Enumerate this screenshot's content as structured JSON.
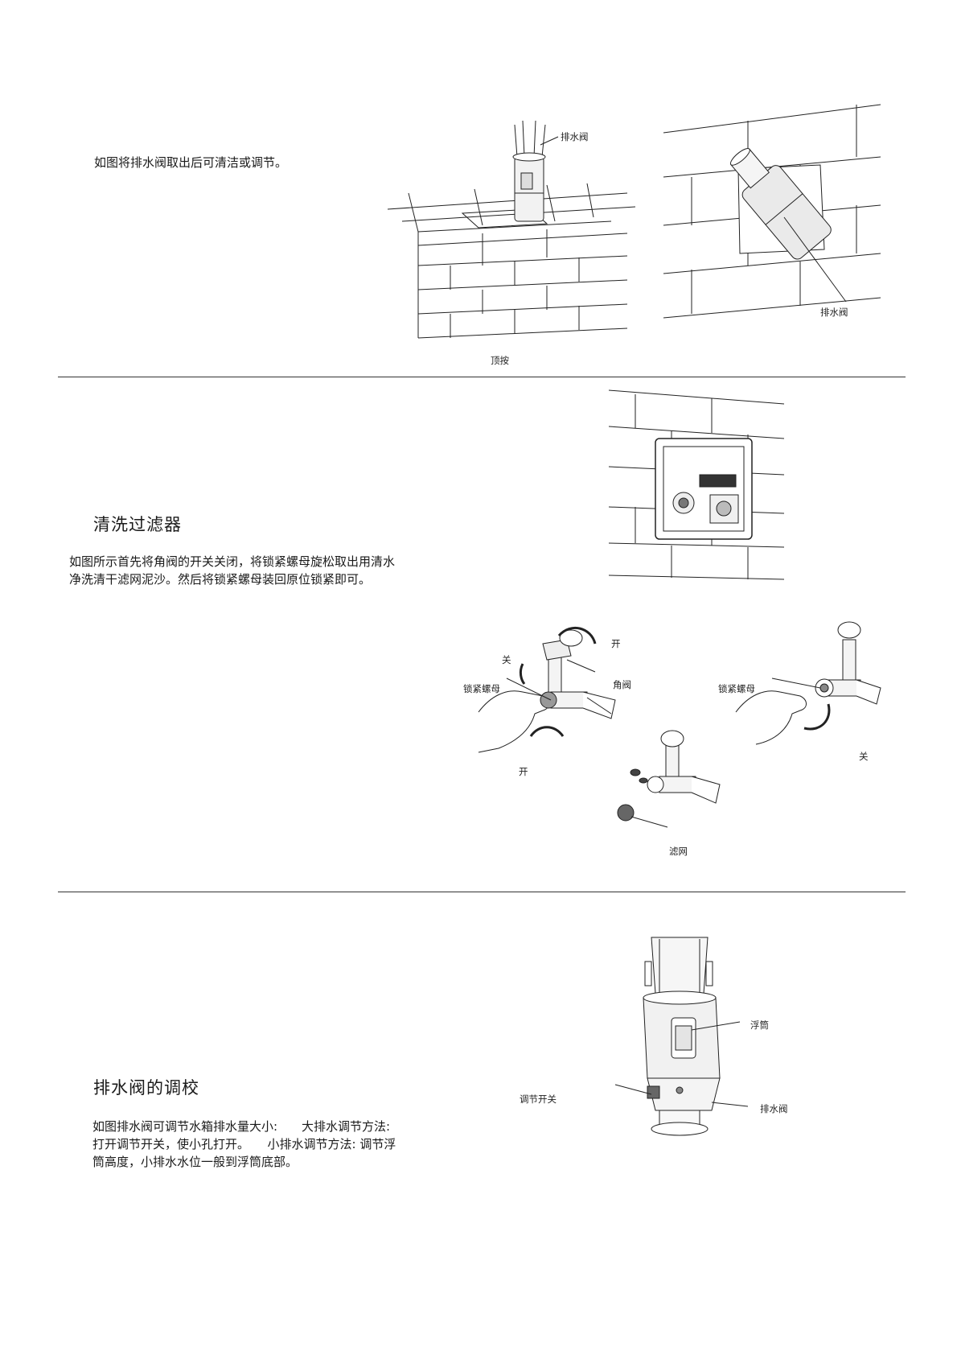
{
  "section1": {
    "text": "如图将排水阀取出后可清洁或调节。",
    "fig_top_drain_valve_label": "排水阀",
    "fig_top_caption": "顶按",
    "fig_side_drain_valve_label": "排水阀"
  },
  "section2": {
    "heading": "清洗过滤器",
    "text_lines": [
      "如图所示首先将角阀的开关关闭，将锁紧螺母旋松取出用清水",
      "净洗清干滤网泥沙。然后将锁紧螺母装回原位锁紧即可。"
    ],
    "labels": {
      "close_1": "关",
      "open_1": "开",
      "lock_nut_1": "锁紧螺母",
      "angle_valve": "角阀",
      "open_2": "开",
      "lock_nut_2": "锁紧螺母",
      "close_2": "关",
      "filter": "滤网"
    }
  },
  "section3": {
    "heading": "排水阀的调校",
    "text_lines": [
      "如图排水阀可调节水箱排水量大小:　　大排水调节方法:",
      "打开调节开关，使小孔打开。　　小排水调节方法: 调节浮",
      "筒高度，小排水水位一般到浮筒底部。"
    ],
    "labels": {
      "float": "浮筒",
      "adjust_switch": "调节开关",
      "drain_valve": "排水阀"
    }
  }
}
